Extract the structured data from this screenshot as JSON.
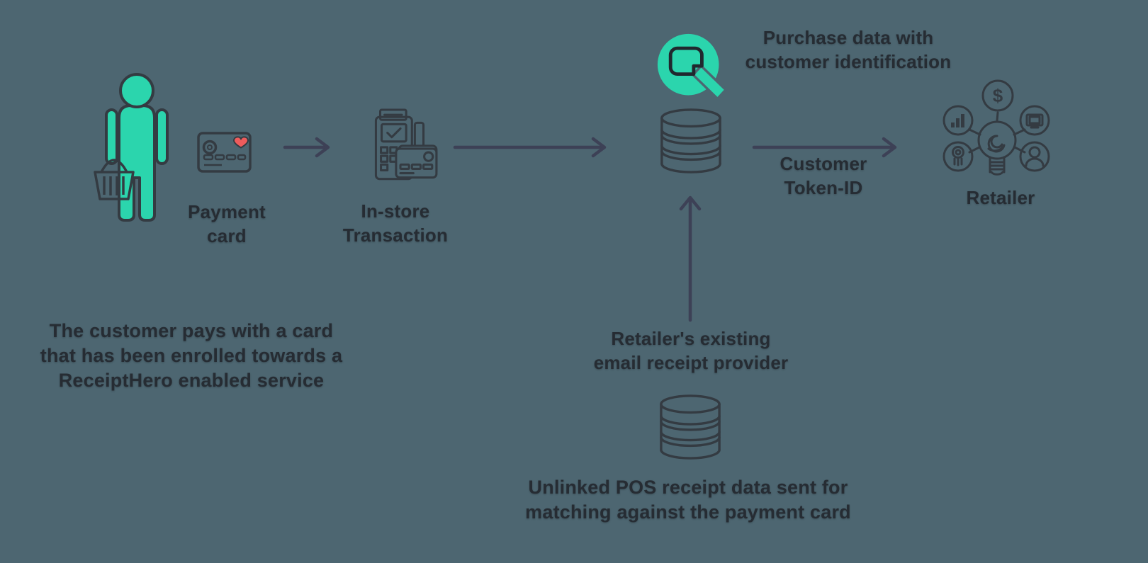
{
  "colors": {
    "background": "#4d6671",
    "accent_teal": "#2bd5ad",
    "icon_outline": "#343b42",
    "arrow": "#3d4156",
    "text": "#262c33",
    "heart_red": "#ee5c5c"
  },
  "labels": {
    "payment_card": [
      "Payment",
      "card"
    ],
    "in_store": [
      "In-store",
      "Transaction"
    ],
    "purchase_data": [
      "Purchase data with",
      "customer identification"
    ],
    "customer_token": [
      "Customer",
      "Token-ID"
    ],
    "retailer": "Retailer",
    "email_provider": [
      "Retailer's existing",
      "email receipt provider"
    ],
    "unlinked_pos": [
      "Unlinked POS receipt data sent for",
      "matching against the payment card"
    ],
    "customer_pays": [
      "The customer pays with a card",
      "that has been enrolled towards a",
      "ReceiptHero enabled service"
    ]
  },
  "icons": {
    "customer": "person-with-shopping-basket",
    "payment_card": "credit-card-with-heart",
    "pos_terminal": "payment-terminal-with-card",
    "receipthero_logo": "receipthero-q-logo",
    "database_top": "database-cylinder",
    "database_bottom": "database-cylinder",
    "retailer": "lightbulb-with-business-icons"
  },
  "retailer_icon": {
    "dollar_sign": "$"
  }
}
